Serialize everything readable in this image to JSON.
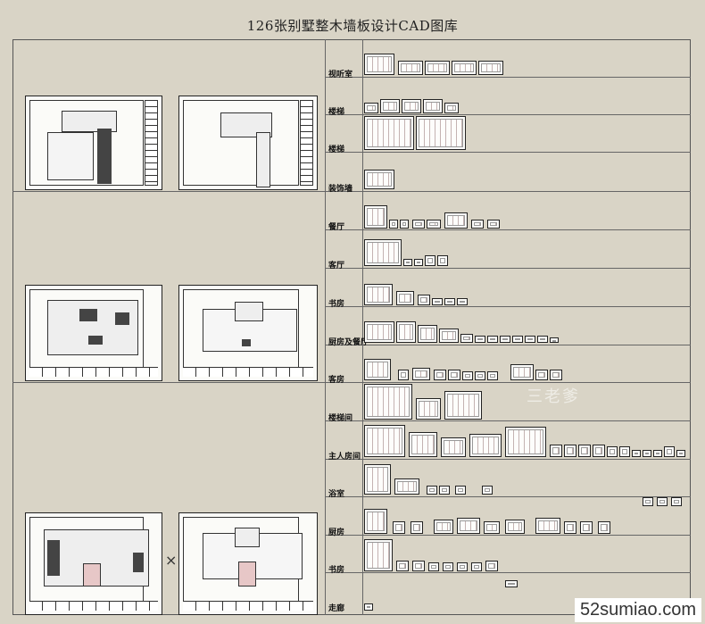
{
  "title": "126张别墅整木墙板设计CAD图库",
  "rows": [
    {
      "label": "视听室"
    },
    {
      "label": "楼梯"
    },
    {
      "label": "楼梯"
    },
    {
      "label": "装饰墙"
    },
    {
      "label": "餐厅"
    },
    {
      "label": "客厅"
    },
    {
      "label": "书房"
    },
    {
      "label": "厨房及餐厅"
    },
    {
      "label": "客房"
    },
    {
      "label": "楼梯间"
    },
    {
      "label": "主人房间"
    },
    {
      "label": "浴室"
    },
    {
      "label": "厨房"
    },
    {
      "label": "书房"
    },
    {
      "label": "走廊"
    }
  ],
  "watermark": "三老爹",
  "site": "52sumiao.com",
  "close_symbol": "×"
}
